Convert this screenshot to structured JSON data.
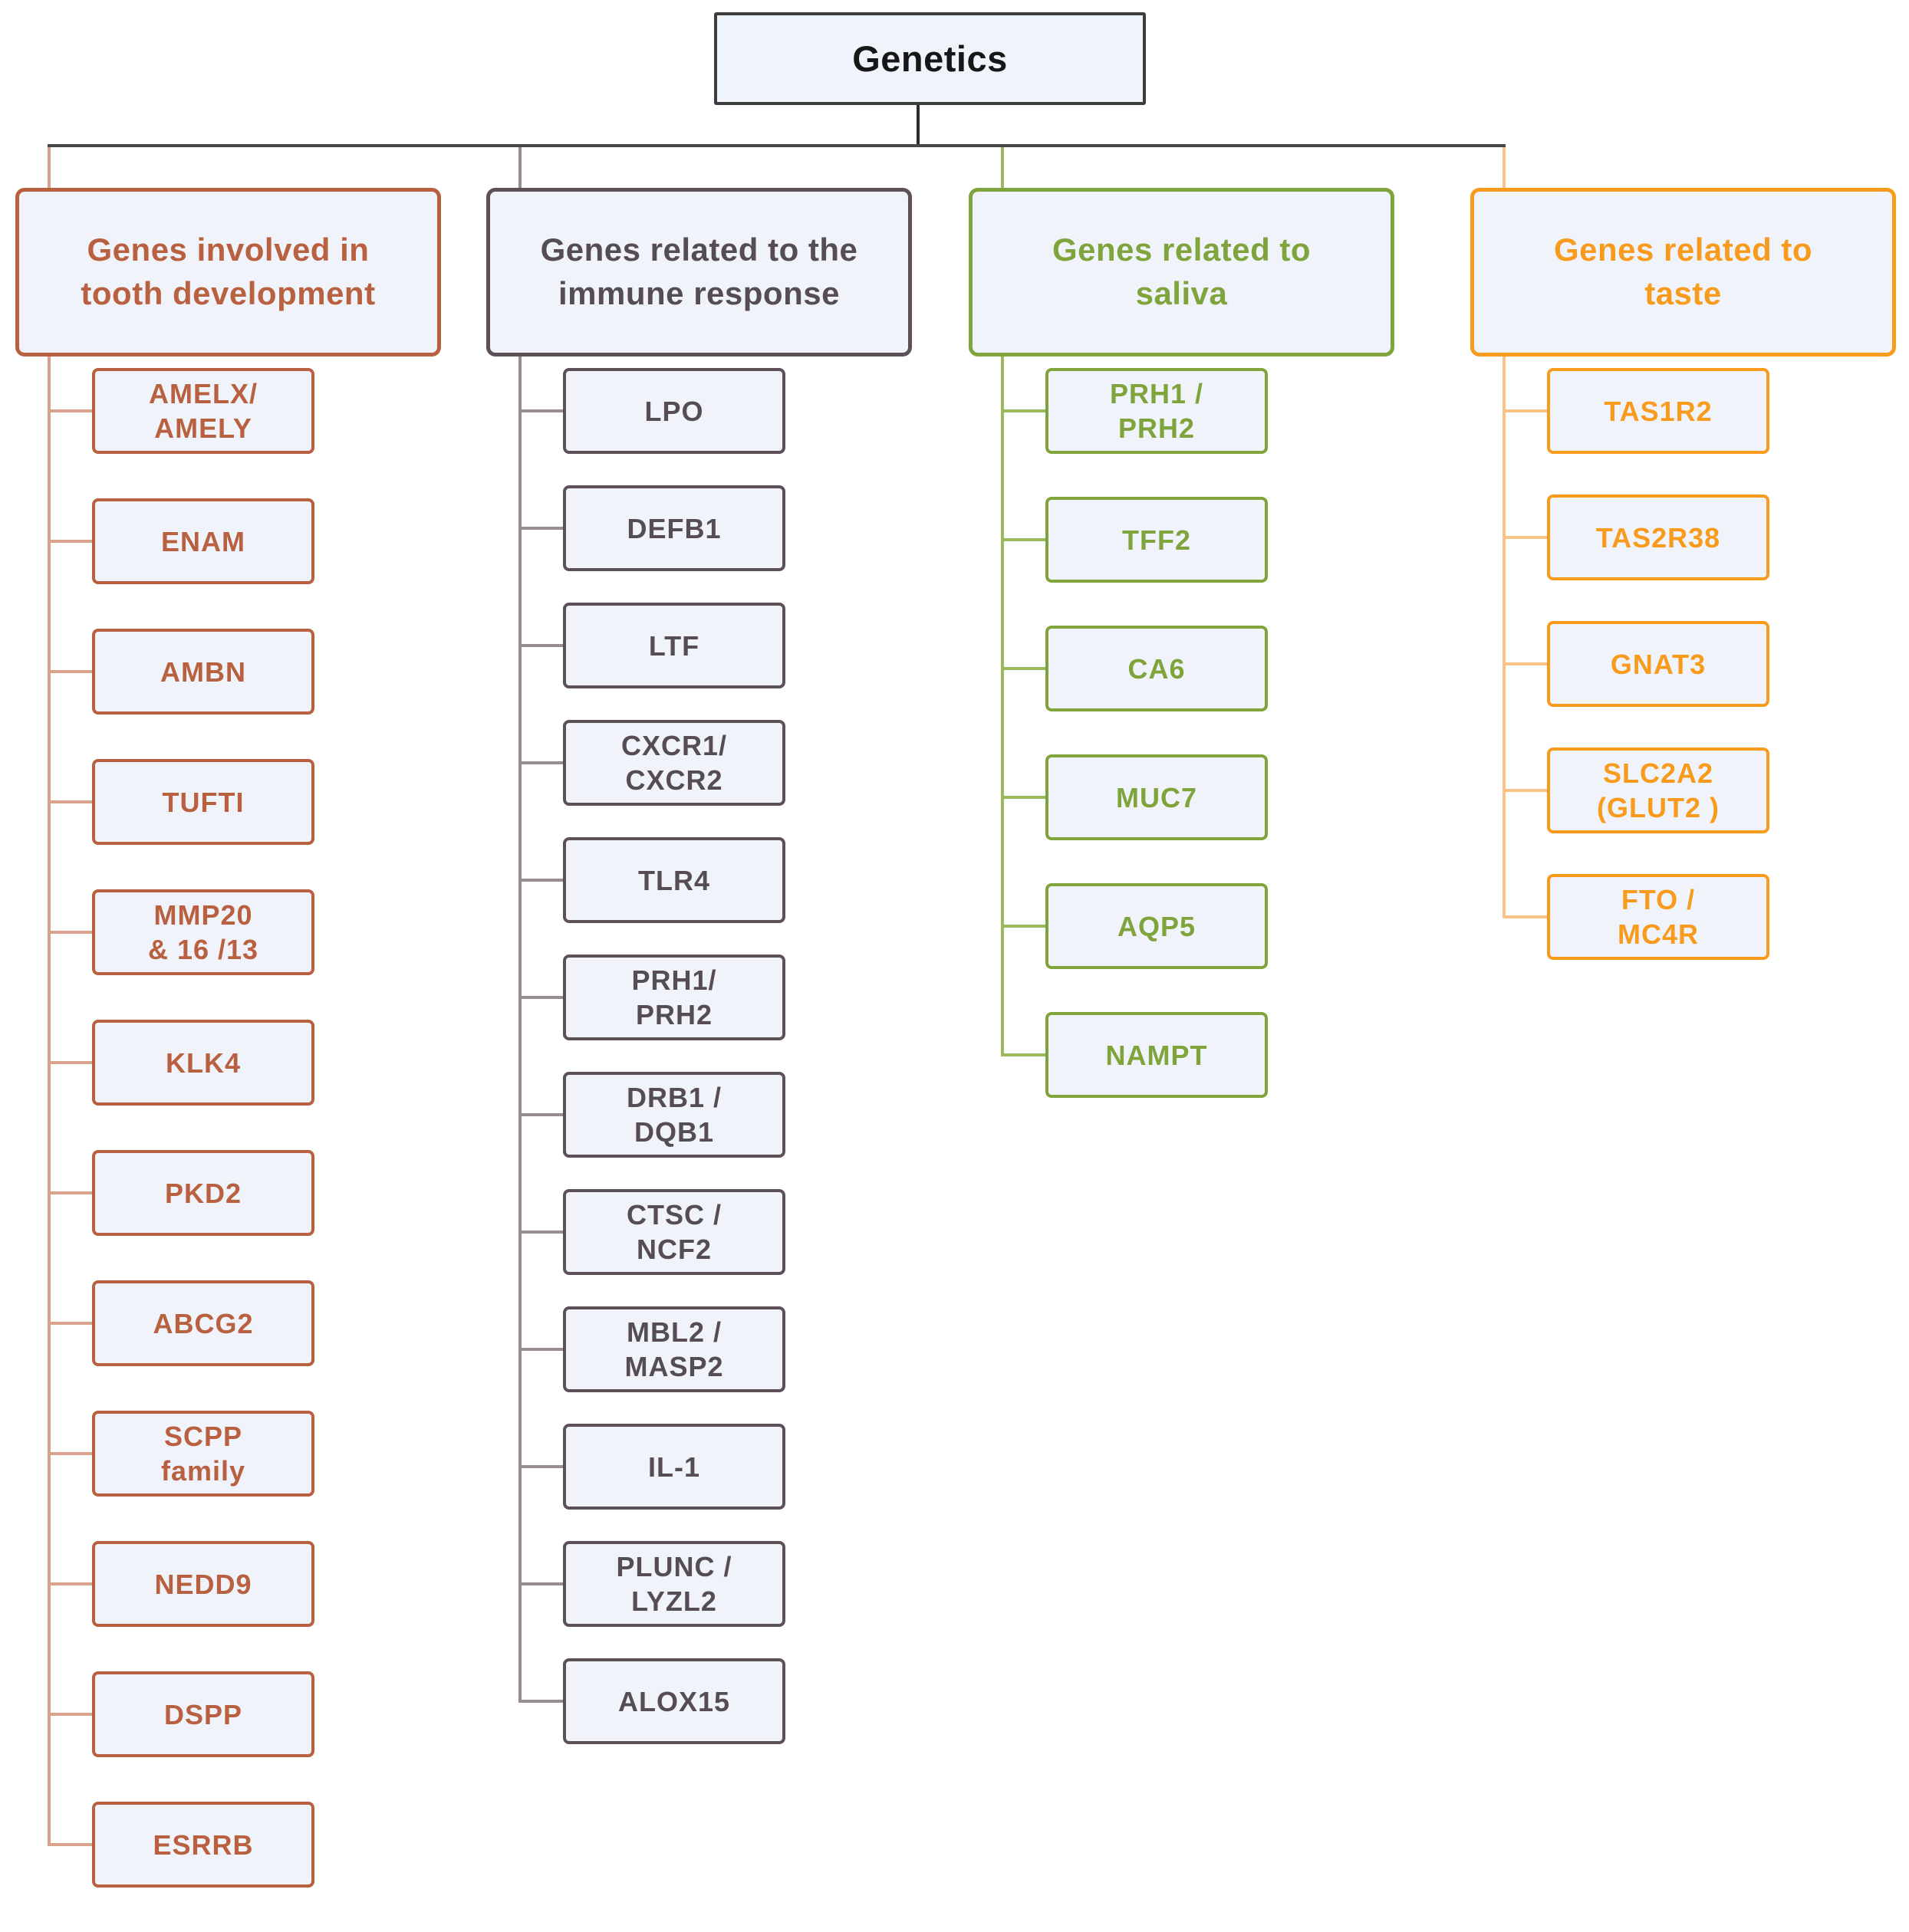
{
  "diagram": {
    "root_label": "Genetics",
    "colors": {
      "root_border": "#3d3d3d",
      "node_background": "#f0f3fa",
      "rail": "#474747",
      "tooth_accent": "#b8603f",
      "immune_accent": "#5d5158",
      "saliva_accent": "#7fa43c",
      "taste_accent": "#f89b1d"
    },
    "columns": [
      {
        "title": "Genes involved in\ntooth development",
        "accent_color": "#b8603f",
        "line_color": "#d8a28c",
        "items": [
          "AMELX/\nAMELY",
          "ENAM",
          "AMBN",
          "TUFTI",
          "MMP20\n& 16 /13",
          "KLK4",
          "PKD2",
          "ABCG2",
          "SCPP\nfamily",
          "NEDD9",
          "DSPP",
          "ESRRB"
        ]
      },
      {
        "title": "Genes related to the\nimmune response",
        "accent_color": "#5d5158",
        "line_color": "#978d93",
        "items": [
          "LPO",
          "DEFB1",
          "LTF",
          "CXCR1/\nCXCR2",
          "TLR4",
          "PRH1/\nPRH2",
          "DRB1 /\nDQB1",
          "CTSC /\nNCF2",
          "MBL2 /\nMASP2",
          "IL-1",
          "PLUNC /\nLYZL2",
          "ALOX15"
        ]
      },
      {
        "title": "Genes related to\nsaliva",
        "accent_color": "#7fa43c",
        "line_color": "#9cb75e",
        "items": [
          "PRH1 /\nPRH2",
          "TFF2",
          "CA6",
          "MUC7",
          "AQP5",
          "NAMPT"
        ]
      },
      {
        "title": "Genes related to\ntaste",
        "accent_color": "#f89b1d",
        "line_color": "#f9c286",
        "items": [
          "TAS1R2",
          "TAS2R38",
          "GNAT3",
          "SLC2A2\n(GLUT2 )",
          "FTO /\nMC4R"
        ]
      }
    ]
  }
}
